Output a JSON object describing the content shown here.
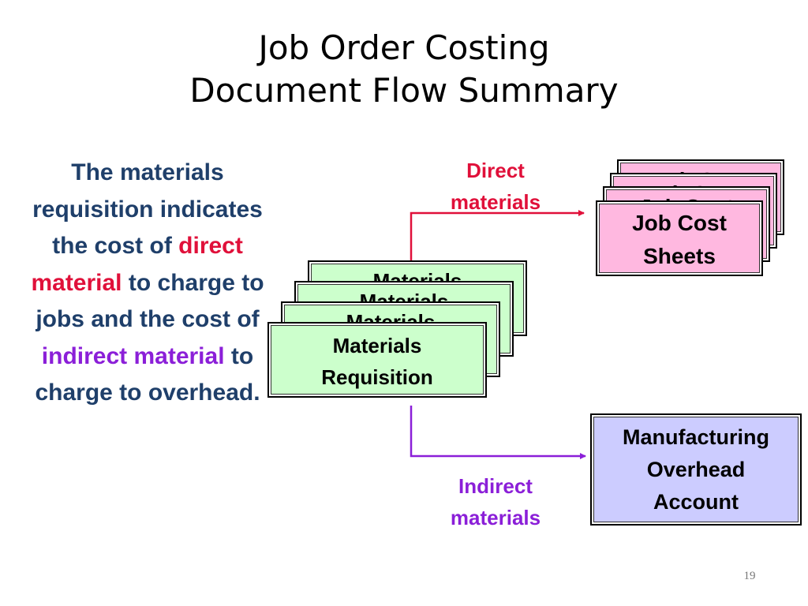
{
  "title": {
    "line1": "Job Order Costing",
    "line2": "Document Flow Summary"
  },
  "explanation": {
    "part1": "The materials requisition indicates the cost of ",
    "direct": "direct material",
    "part2": " to charge to jobs and the cost of ",
    "indirect": "indirect material",
    "part3": " to charge to overhead."
  },
  "requisition": {
    "line1": "Materials",
    "line2": "Requisition",
    "color": "#ccffcc"
  },
  "job_cost": {
    "line1": "Job Cost",
    "line2": "Sheets",
    "color": "#ffb8e0"
  },
  "overhead": {
    "line1": "Manufacturing",
    "line2": "Overhead",
    "line3": "Account",
    "color": "#ccccff"
  },
  "labels": {
    "direct": {
      "line1": "Direct",
      "line2": "materials",
      "color": "#e0103a"
    },
    "indirect": {
      "line1": "Indirect",
      "line2": "materials",
      "color": "#8b1fd8"
    }
  },
  "page_number": "19"
}
